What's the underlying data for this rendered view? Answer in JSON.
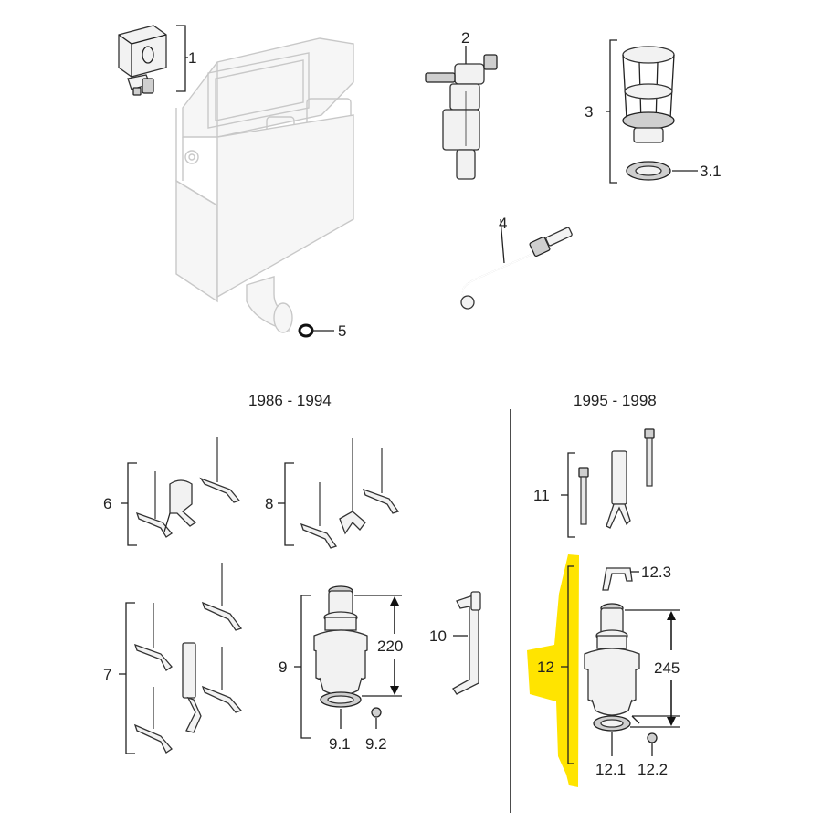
{
  "labels": {
    "p1": "1",
    "p2": "2",
    "p3": "3",
    "p3_1": "3.1",
    "p4": "4",
    "p5": "5",
    "p6": "6",
    "p7": "7",
    "p8": "8",
    "p9": "9",
    "p9_1": "9.1",
    "p9_2": "9.2",
    "p10": "10",
    "p11": "11",
    "p12": "12",
    "p12_1": "12.1",
    "p12_2": "12.2",
    "p12_3": "12.3"
  },
  "dimensions": {
    "d220": "220",
    "d245": "245"
  },
  "sections": {
    "left_years": "1986 - 1994",
    "right_years": "1995 - 1998"
  },
  "highlight_color": "#FFE400"
}
